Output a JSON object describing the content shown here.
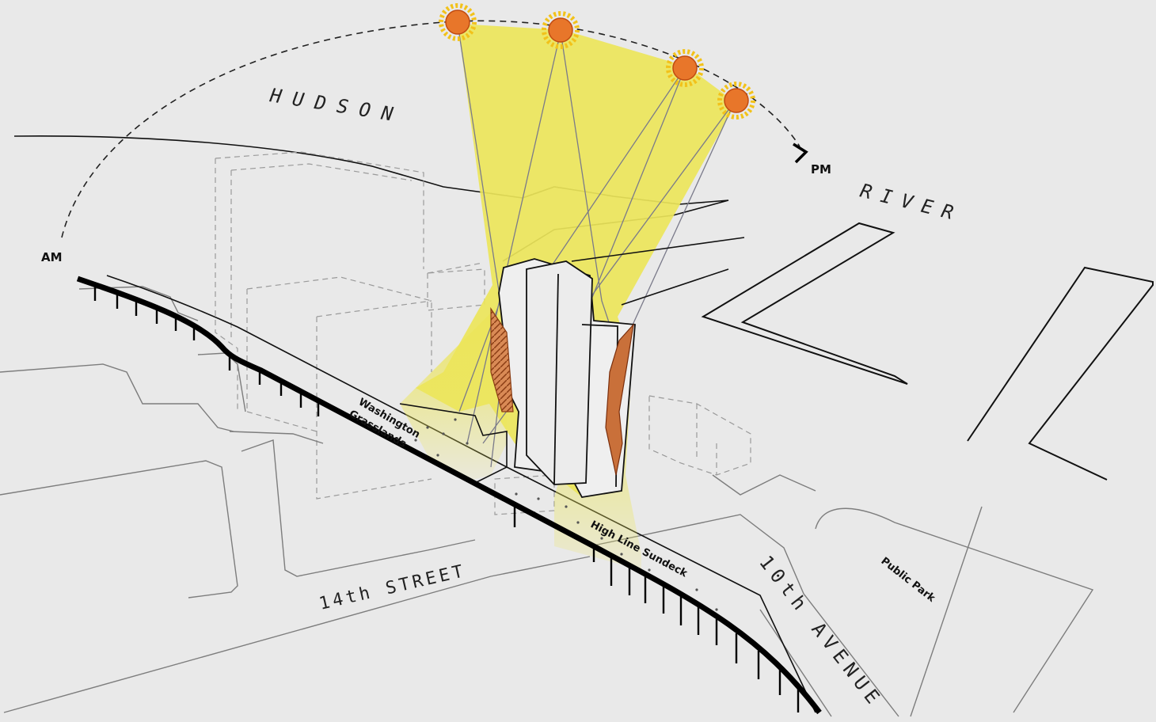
{
  "labels": {
    "am": "AM",
    "pm": "PM",
    "hudson": "HUDSON",
    "river": "RIVER",
    "street": "14th STREET",
    "avenue": "10th AVENUE",
    "park": "Public Park",
    "grasslands_line1": "Washington",
    "grasslands_line2": "Grasslands",
    "sundeck": "High Line Sundeck"
  },
  "colors": {
    "background": "#e9e9e9",
    "sun_fill": "#e8762a",
    "sun_rays": "#f2c21a",
    "light_cone": "#ece55a",
    "facade": "#c9703a",
    "high_line": "#000000",
    "outline": "#111111",
    "context": "#8a8a8a"
  },
  "icons": [
    "sun-icon",
    "arrow-icon"
  ]
}
